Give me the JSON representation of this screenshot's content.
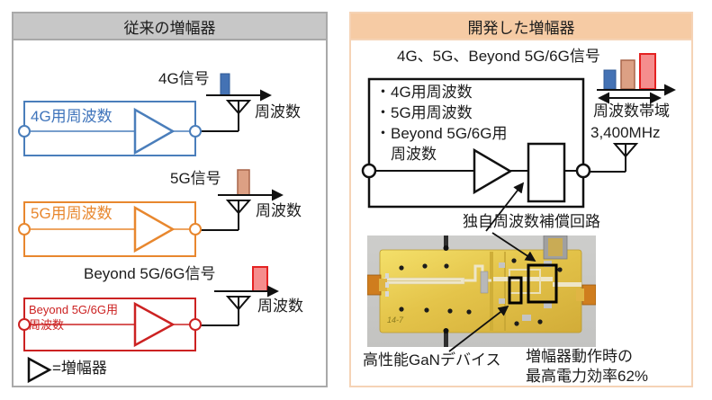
{
  "colors": {
    "blue": "#3f74bb",
    "orange": "#e8872e",
    "red": "#cc2222",
    "left_header_bg": "#c7c7c7",
    "right_header_bg": "#f6cba4",
    "right_panel_border": "#f5d3b6",
    "bar_blue_fill": "#4472b4",
    "bar_blue_border": "#2f5a96",
    "bar_tan_fill": "#dca084",
    "bar_tan_border": "#a8654a",
    "bar_red_fill": "#f58d8d",
    "bar_red_border": "#e42222"
  },
  "left_panel": {
    "title": "従来の増幅器",
    "rows": [
      {
        "signal": "4G信号",
        "box": "4G用周波数",
        "axis": "周波数"
      },
      {
        "signal": "5G信号",
        "box": "5G用周波数",
        "axis": "周波数"
      },
      {
        "signal": "Beyond 5G/6G信号",
        "box_line1": "Beyond 5G/6G用",
        "box_line2": "周波数",
        "axis": "周波数"
      }
    ],
    "legend": "=増幅器"
  },
  "right_panel": {
    "title": "開発した増幅器",
    "signal_title": "4G、5G、Beyond 5G/6G信号",
    "input_list": [
      "・4G用周波数",
      "・5G用周波数",
      "・Beyond 5G/6G用",
      "　周波数"
    ],
    "bandwidth_label": "周波数帯域",
    "bandwidth_value": "3,400MHz",
    "compensation_label": "独自周波数補償回路",
    "gan_label": "高性能GaNデバイス",
    "efficiency_line1": "増幅器動作時の",
    "efficiency_line2": "最高電力効率62%",
    "pcb_marking": "14-7"
  }
}
